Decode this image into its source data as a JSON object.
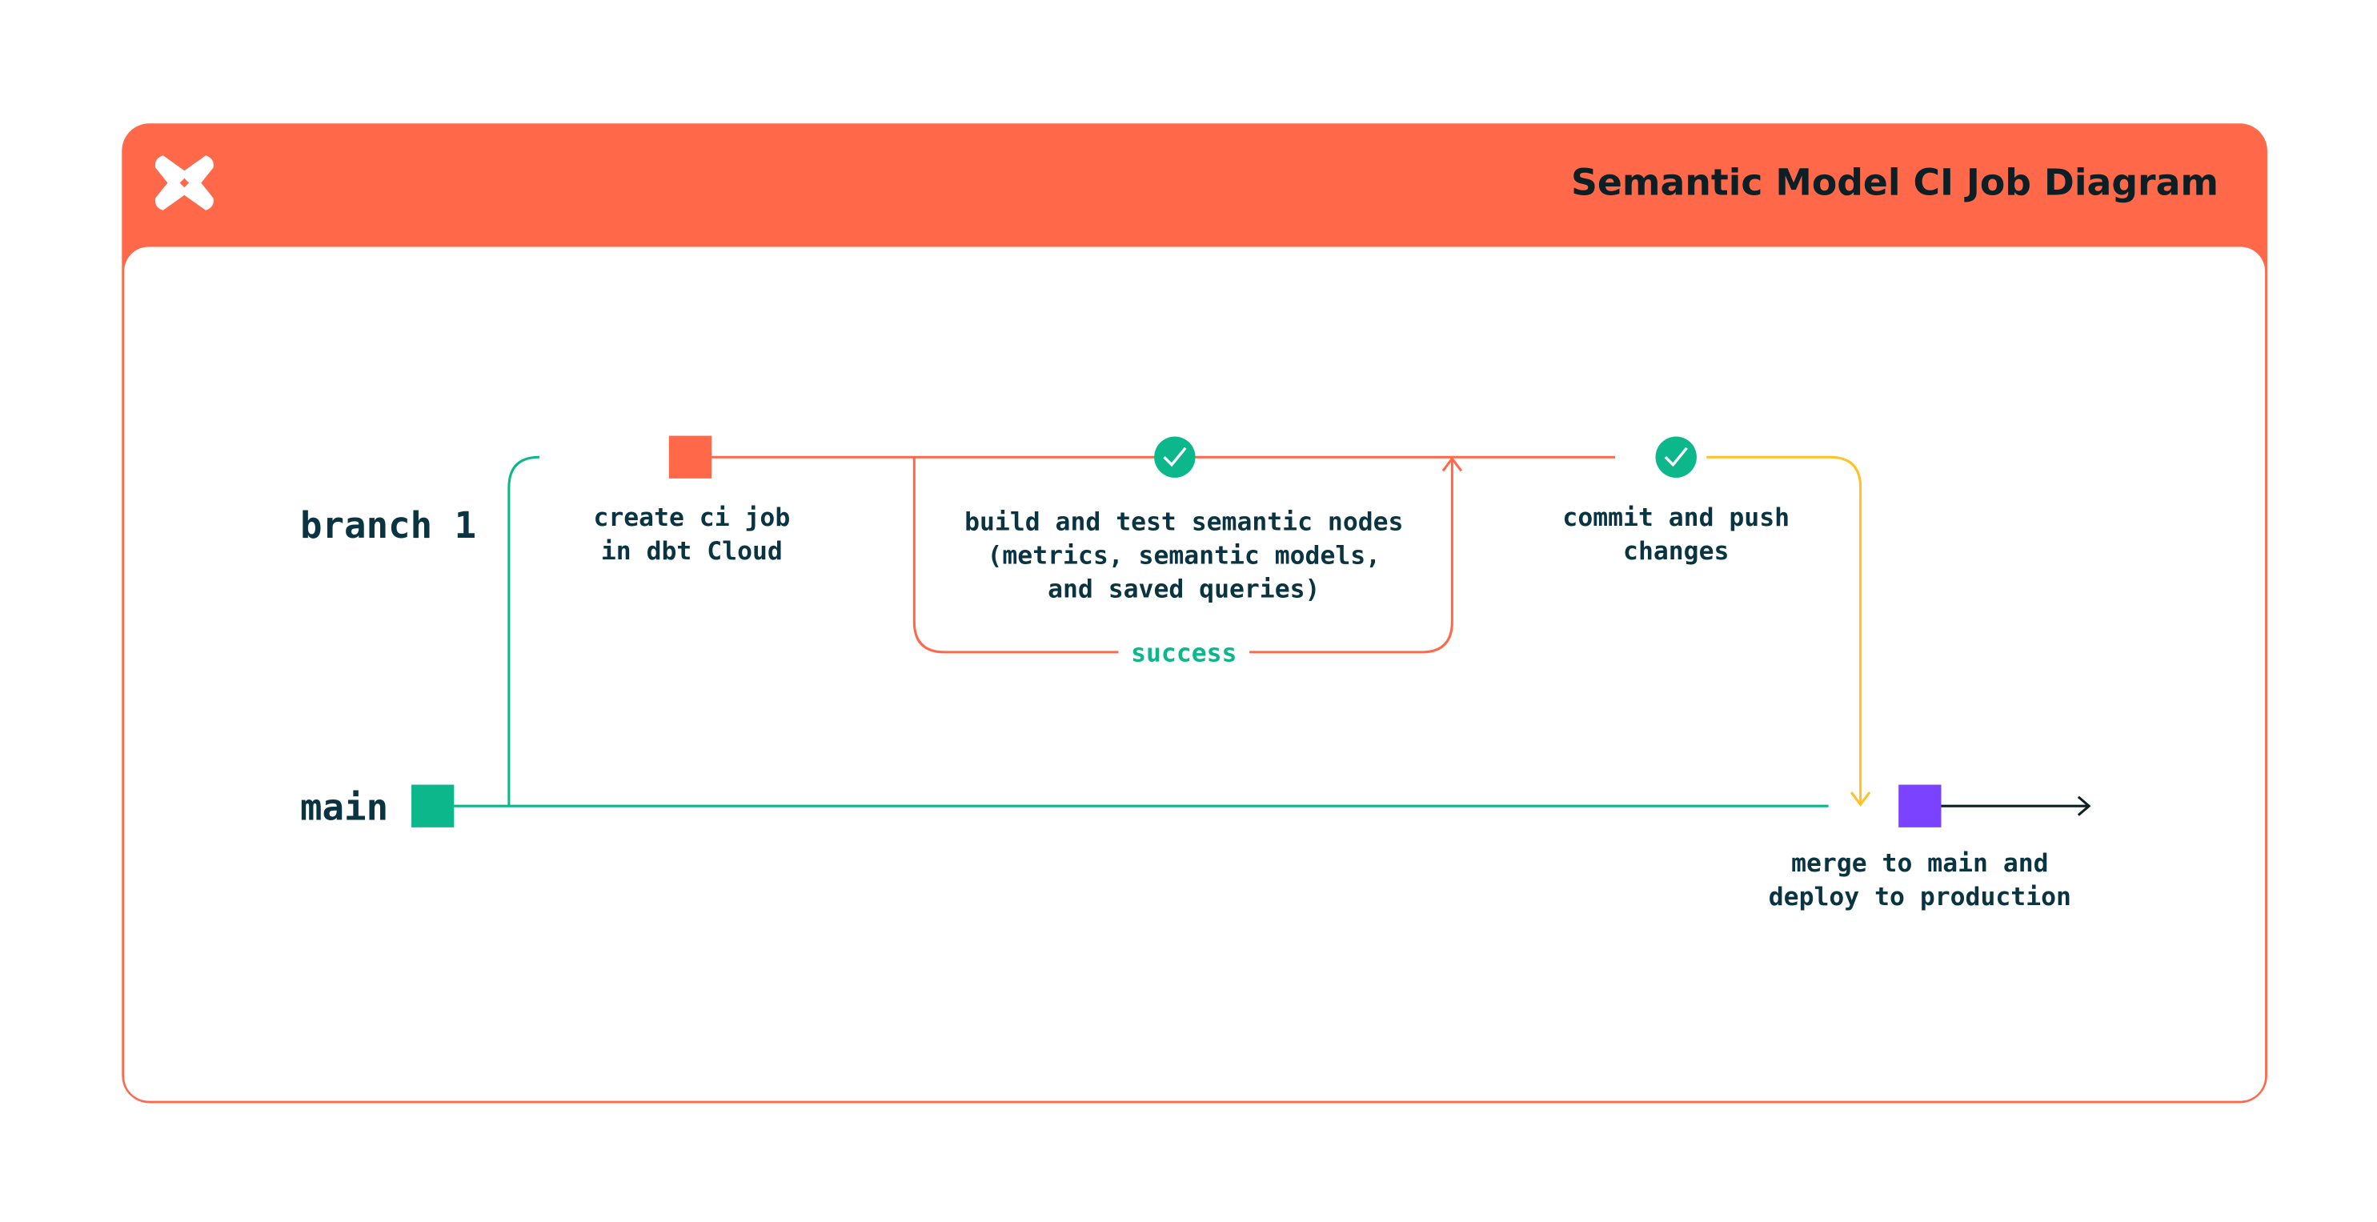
{
  "header": {
    "title": "Semantic Model CI Job Diagram",
    "logo": "dbt-logo-icon"
  },
  "branches": {
    "branch": "branch 1",
    "main": "main"
  },
  "steps": {
    "create": [
      "create ci job",
      "in dbt Cloud"
    ],
    "build": [
      "build and test semantic nodes",
      "(metrics, semantic models,",
      "and saved queries)"
    ],
    "loop_label": "success",
    "commit": [
      "commit and push",
      "changes"
    ],
    "merge": [
      "merge to main and",
      "deploy to production"
    ]
  },
  "colors": {
    "accent": "#ff694a",
    "main_branch": "#0cb78b",
    "commit_line": "#ffc125",
    "merge_node": "#7b42ff",
    "text": "#0b3442"
  }
}
